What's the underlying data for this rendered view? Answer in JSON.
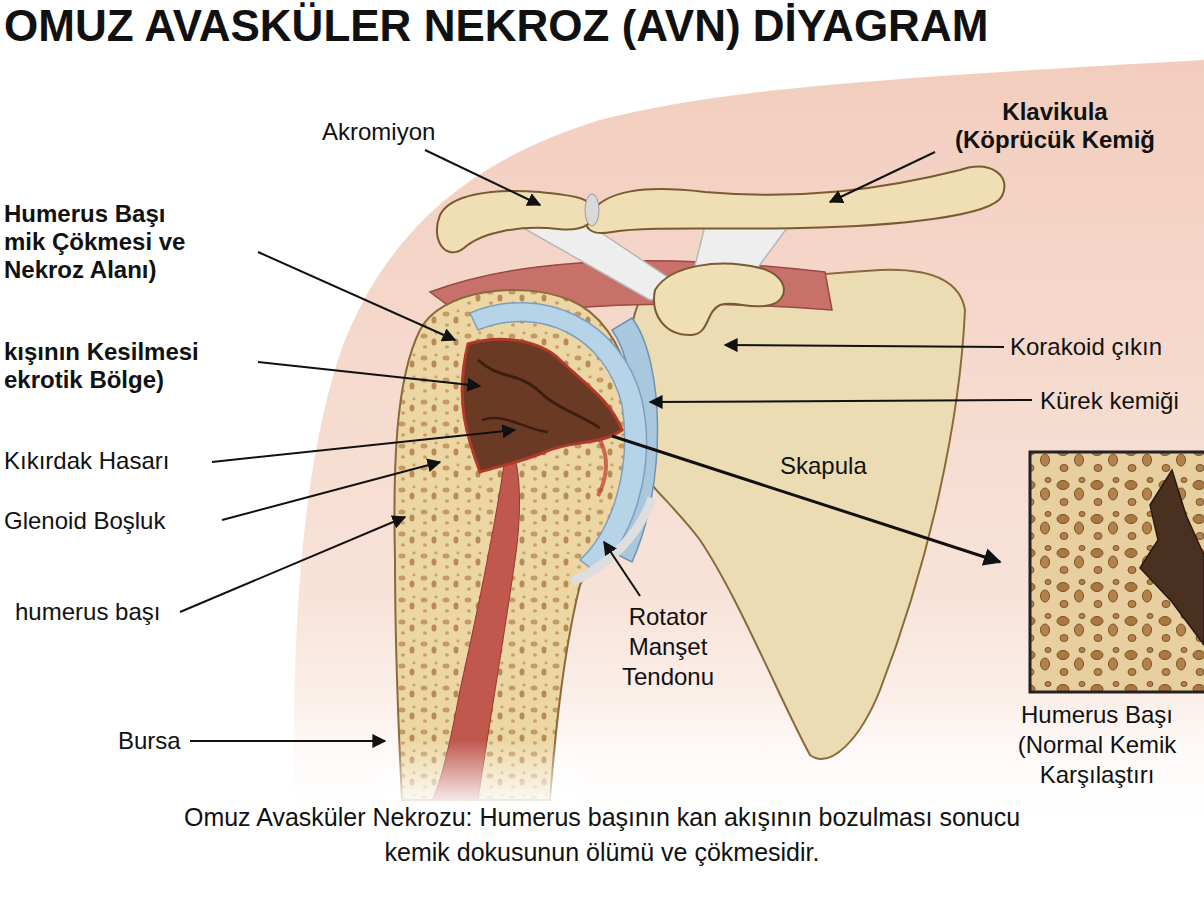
{
  "diagram": {
    "title": "OMUZ AVASKÜLER NEKROZ (AVN) DİYAGRAM",
    "caption": "Omuz Avasküler Nekrozu: Humerus başının kan akışının bozulması sonucu kemik dokusunun ölümü ve çökmesidir.",
    "labels": [
      "Akromiyon",
      "Klavikula (Köprücük Kemiğ",
      "Humerus Başı mik Çökmesi ve Nekroz Alanı)",
      "kışının Kesilmesi ekrotik Bölge)",
      "Kıkırdak Hasarı",
      "Glenoid Boşluk",
      "humerus başı",
      "Bursa",
      "Rotator Manşet Tendonu",
      "Korakoid çıkın",
      "Kürek kemiği",
      "Skapula",
      "Humerus Başı (Normal Kemik Karşılaştırı"
    ]
  }
}
